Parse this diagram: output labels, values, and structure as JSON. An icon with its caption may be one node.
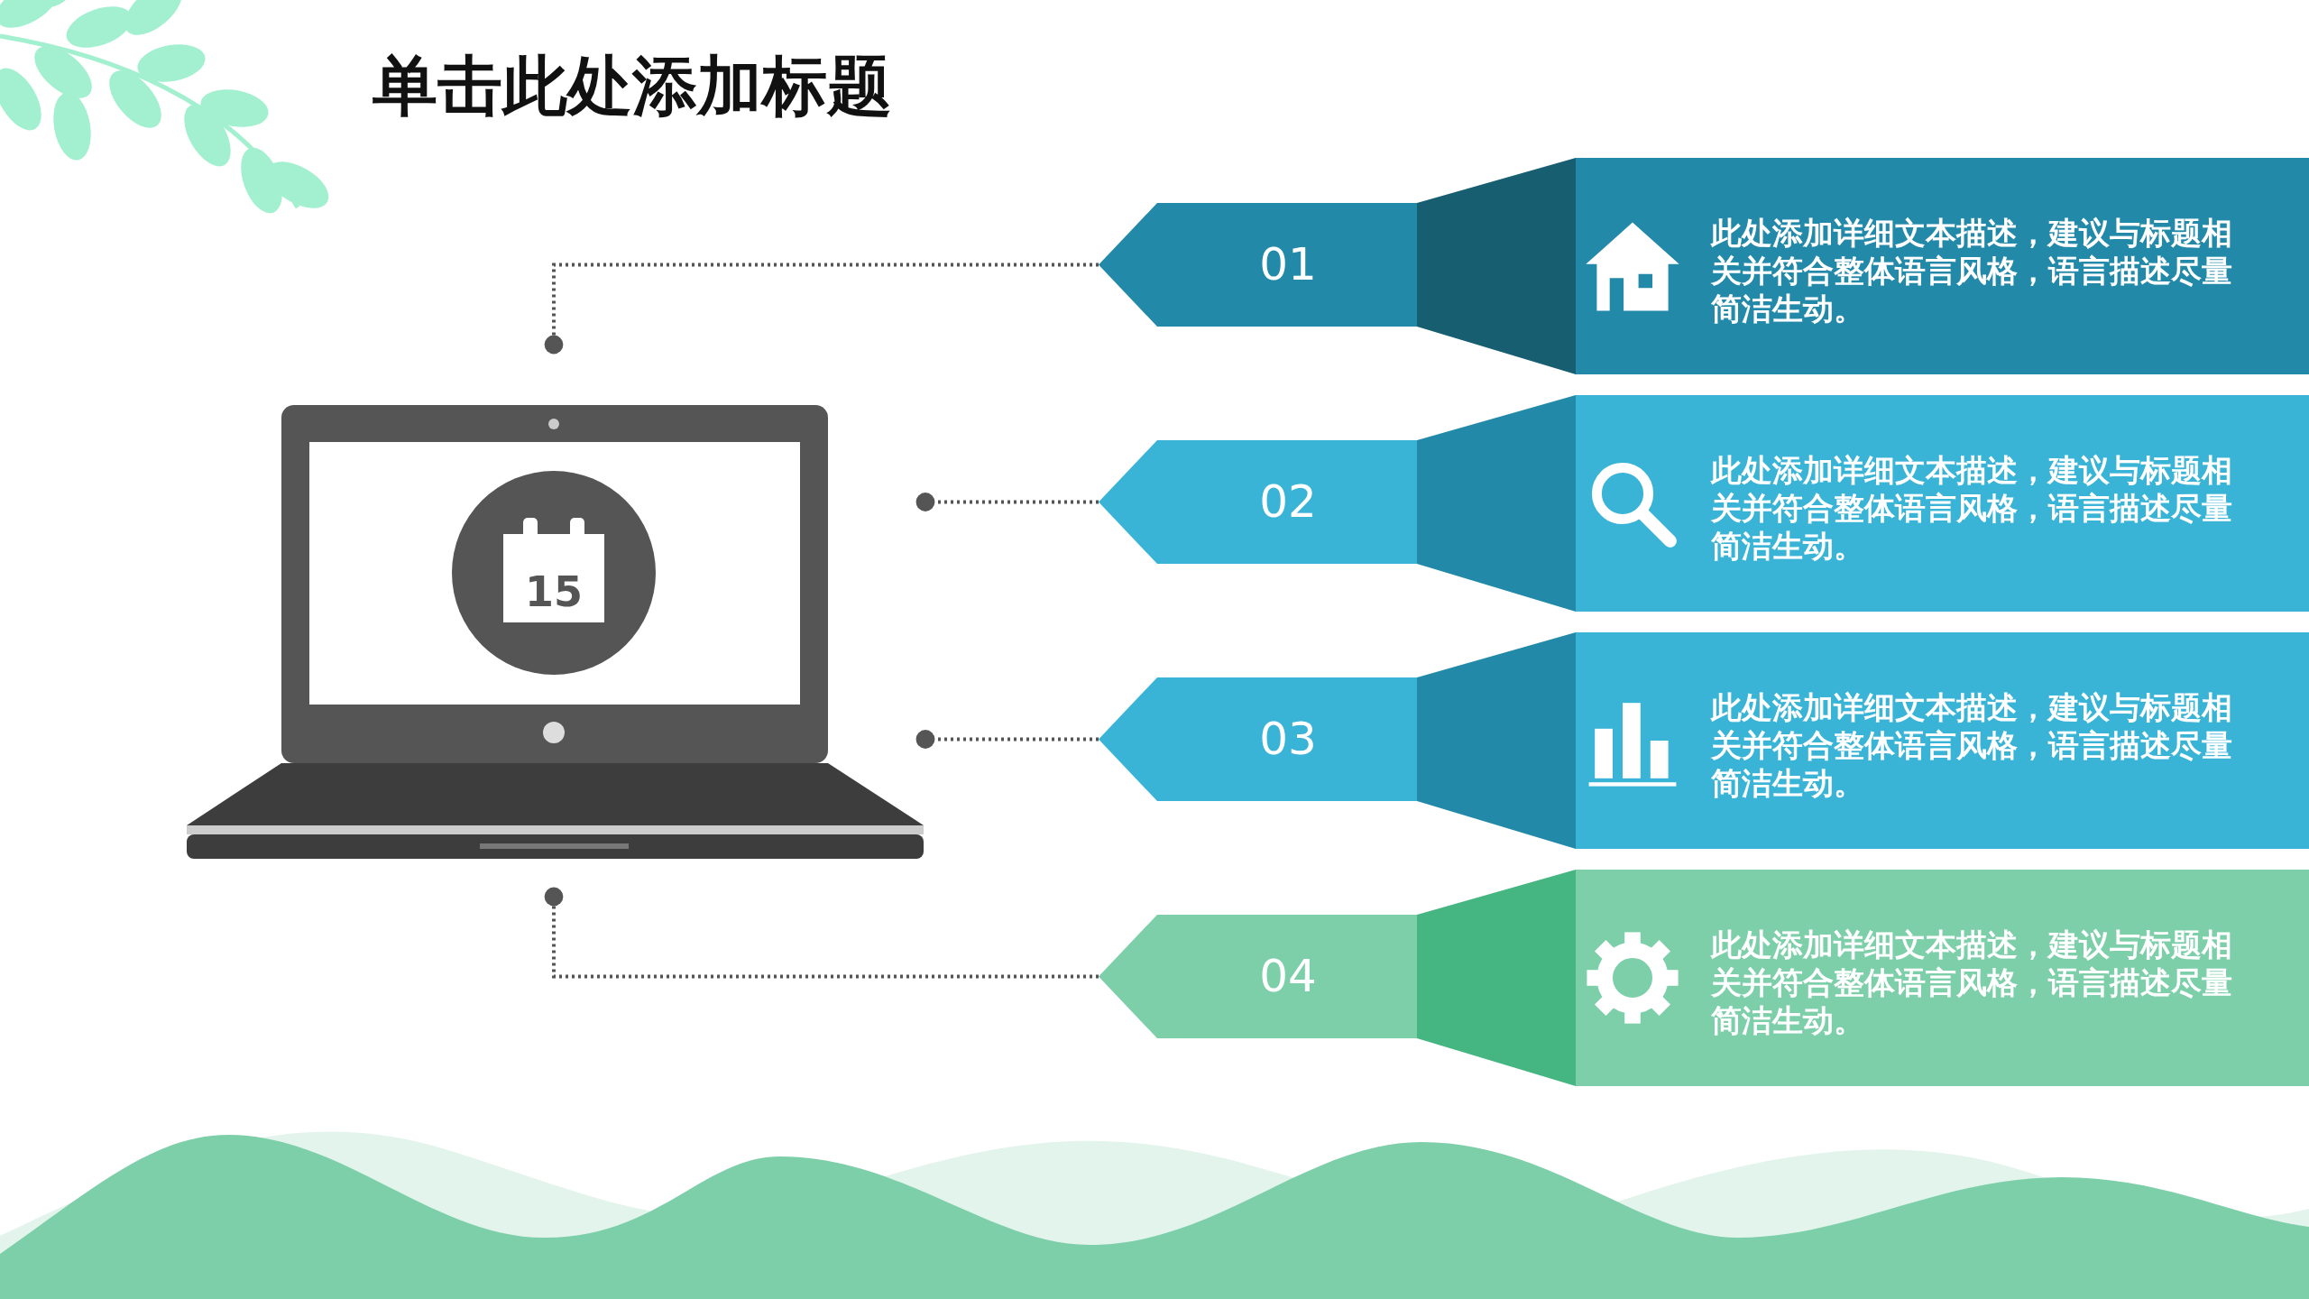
{
  "diagram": {
    "title": "单击此处添加标题",
    "nodes": [
      {
        "text": [],
        "shape": "picture"
      },
      {
        "text": [
          "01"
        ]
      },
      {
        "text": [
          "此处添加详细文本描述，建议与标题相关并符合整体语言风格，语言描述尽量简洁生动。"
        ]
      },
      {
        "text": [
          "02"
        ]
      },
      {
        "text": [
          "此处添加详细文本描述，建议与标题相关并符合整体语言风格，语言描述尽量简洁生动。"
        ]
      },
      {
        "text": [
          "03"
        ]
      },
      {
        "text": [
          "此处添加详细文本描述，建议与标题相关并符合整体语言风格，语言描述尽量简洁生动。"
        ]
      },
      {
        "text": [
          "04"
        ]
      },
      {
        "text": [
          "此处添加详细文本描述，建议与标题相关并符合整体语言风格，语言描述尽量简洁生动。"
        ]
      }
    ],
    "edges": [
      {
        "from": 1,
        "to": 0,
        "arrow": "other",
        "style": "dashed"
      },
      {
        "from": 3,
        "to": 0,
        "arrow": "other",
        "style": "dashed"
      },
      {
        "from": 5,
        "to": 0,
        "arrow": "other",
        "style": "dashed"
      },
      {
        "from": 7,
        "to": 0,
        "arrow": "other",
        "style": "dashed"
      }
    ],
    "labels": [
      "15"
    ]
  }
}
